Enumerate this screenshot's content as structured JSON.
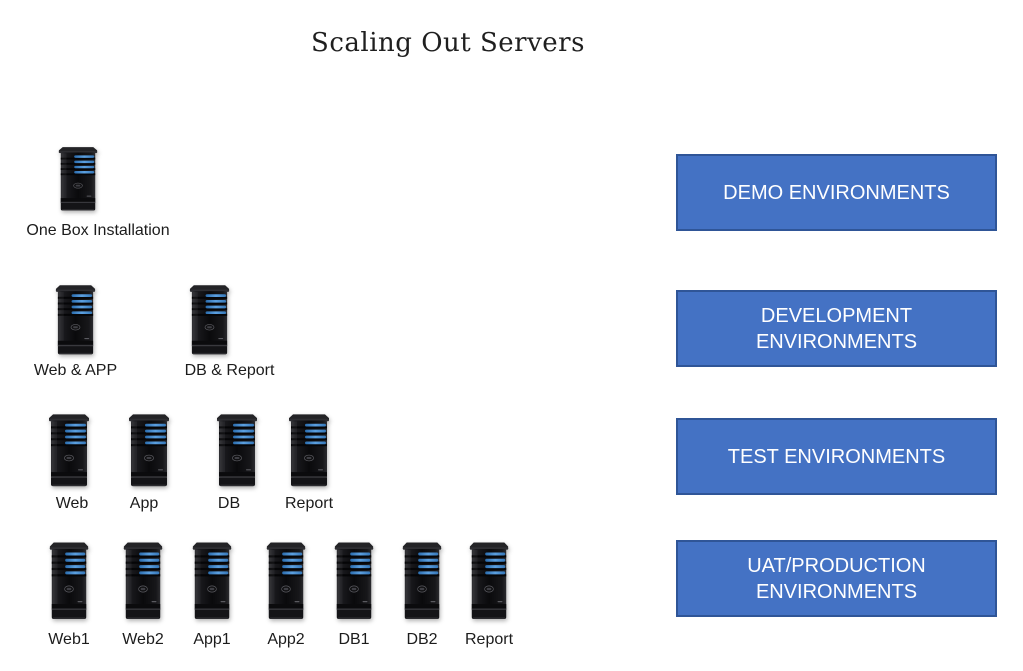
{
  "title": "Scaling Out Servers",
  "environment_boxes": [
    {
      "label": "DEMO ENVIRONMENTS"
    },
    {
      "label": "DEVELOPMENT ENVIRONMENTS"
    },
    {
      "label": "TEST ENVIRONMENTS"
    },
    {
      "label": "UAT/PRODUCTION ENVIRONMENTS"
    }
  ],
  "server_rows": [
    {
      "servers": [
        "One Box Installation"
      ]
    },
    {
      "servers": [
        "Web & APP",
        "DB & Report"
      ]
    },
    {
      "servers": [
        "Web",
        "App",
        "DB",
        "Report"
      ]
    },
    {
      "servers": [
        "Web1",
        "Web2",
        "App1",
        "App2",
        "DB1",
        "DB2",
        "Report"
      ]
    }
  ],
  "icons": {
    "server": "server-tower-icon"
  },
  "colors": {
    "background": "#FFFFFF",
    "box_fill": "#4472C4",
    "box_border": "#2F5597",
    "box_text": "#FFFFFF",
    "server_body": "#0B0B0D",
    "server_stripe_blue": "#5CA0E0",
    "label_text": "#1C1C1C",
    "title_text": "#1F1F1F"
  }
}
